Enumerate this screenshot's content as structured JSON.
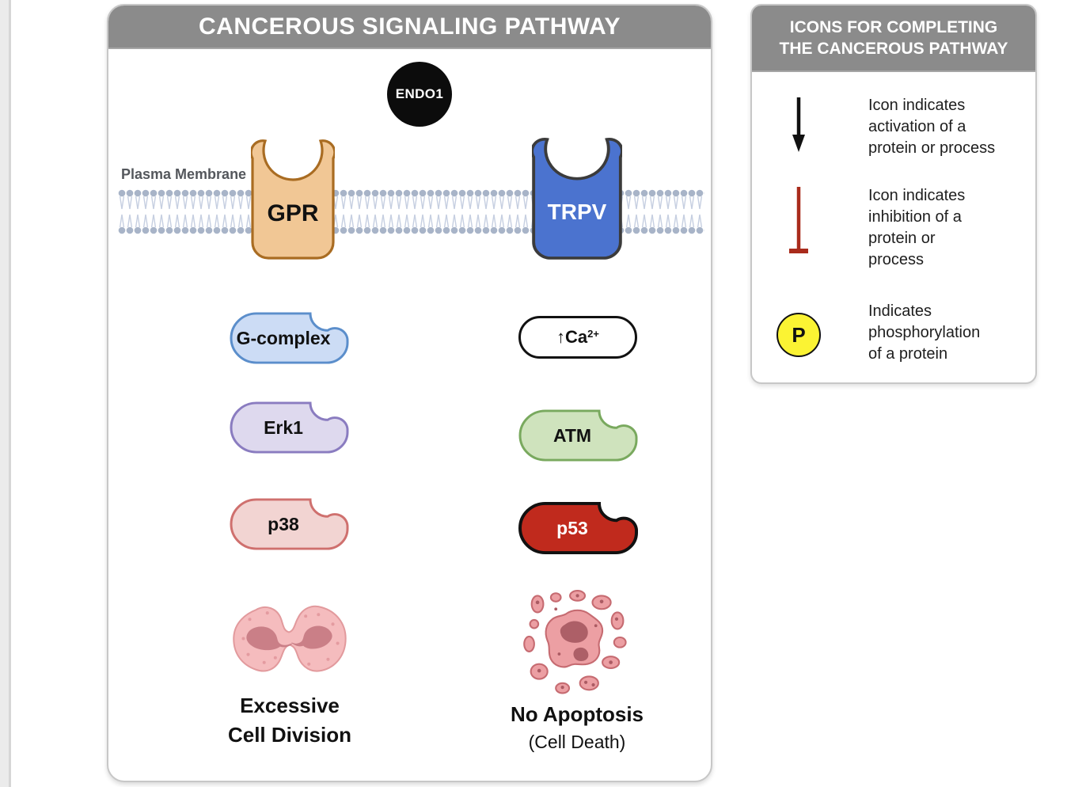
{
  "main_panel": {
    "title": "CANCEROUS SIGNALING PATHWAY",
    "header_bg": "#8b8b8b",
    "ligand": {
      "label": "ENDO1",
      "fill": "#0c0c0c",
      "text_color": "#ffffff"
    },
    "membrane": {
      "label": "Plasma Membrane",
      "head_color": "#a8b4c8",
      "tail_color": "#c6cfe1",
      "label_color": "#54575c"
    },
    "receptors": [
      {
        "label": "GPR",
        "fill": "#f1c795",
        "stroke": "#a96c22",
        "text_color": "#111111"
      },
      {
        "label": "TRPV",
        "fill": "#4b73cf",
        "stroke": "#3b3b3b",
        "text_color": "#ffffff"
      }
    ],
    "left_column": {
      "nodes": [
        {
          "label": "G-complex",
          "fill": "#ccdcf5",
          "stroke": "#5b8ecb",
          "text_color": "#111111"
        },
        {
          "label": "Erk1",
          "fill": "#ded9ee",
          "stroke": "#8a7cc0",
          "text_color": "#111111"
        },
        {
          "label": "p38",
          "fill": "#f2d4d2",
          "stroke": "#cf706e",
          "text_color": "#111111"
        }
      ],
      "outcome": {
        "caption_line1": "Excessive",
        "caption_line2": "Cell Division",
        "art_fill": "#f5bcbe",
        "art_stroke": "#e29a9d",
        "art_nucleus": "#ca7f87"
      }
    },
    "right_column": {
      "ion_node": {
        "label_main": "↑Ca",
        "label_sup": "2+",
        "fill": "#ffffff",
        "stroke": "#111111",
        "text_color": "#111111"
      },
      "nodes": [
        {
          "label": "ATM",
          "fill": "#cfe3bd",
          "stroke": "#79a95e",
          "text_color": "#111111"
        },
        {
          "label": "p53",
          "fill": "#c02a1d",
          "stroke": "#111111",
          "text_color": "#ffffff"
        }
      ],
      "outcome": {
        "caption_line1": "No Apoptosis",
        "caption_line2": "(Cell Death)",
        "art_fill": "#ec9fa3",
        "art_stroke": "#c66b71",
        "art_nucleus": "#ad5f67"
      }
    }
  },
  "legend_panel": {
    "title_line1": "ICONS FOR COMPLETING",
    "title_line2": "THE CANCEROUS PATHWAY",
    "header_bg": "#8b8b8b",
    "items": [
      {
        "icon": "activation-arrow-icon",
        "icon_color": "#111111",
        "lines": [
          "Icon indicates",
          "activation of a",
          "protein or process"
        ]
      },
      {
        "icon": "inhibition-tbar-icon",
        "icon_color": "#a92b1c",
        "lines": [
          "Icon indicates",
          "inhibition of a",
          "protein or",
          "process"
        ]
      },
      {
        "icon": "phosphorylation-icon",
        "icon_color": "#fbf333",
        "p_label": "P",
        "lines": [
          "Indicates",
          "phosphorylation",
          "of a protein"
        ]
      }
    ]
  }
}
